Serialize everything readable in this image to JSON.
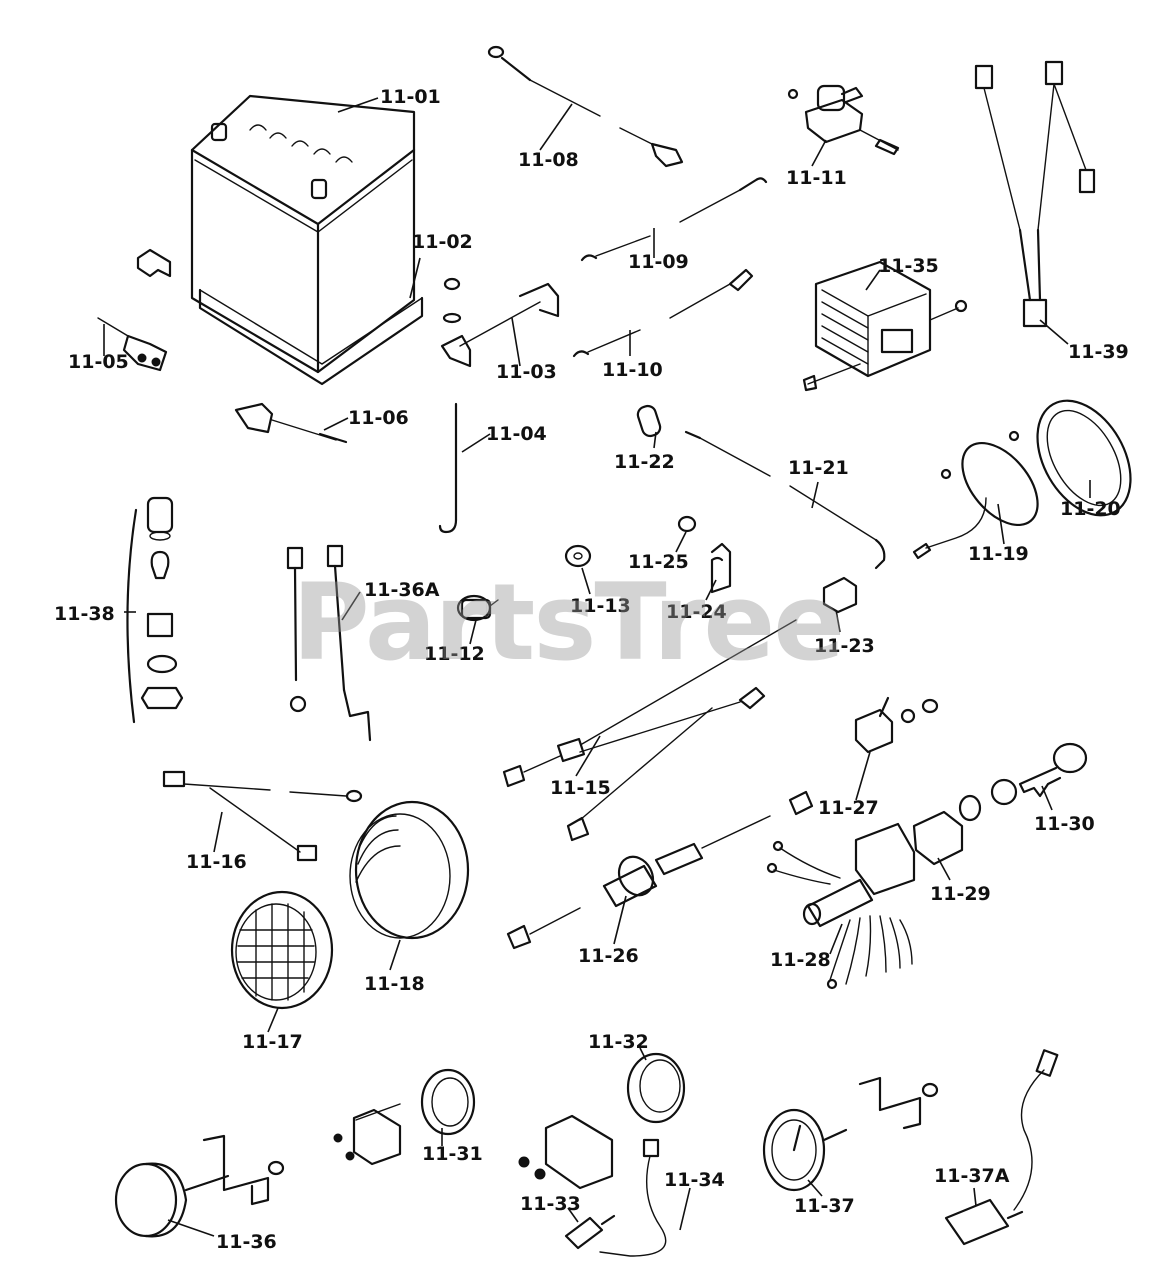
{
  "watermark": "PartsTree",
  "callouts": [
    "11-01",
    "11-02",
    "11-03",
    "11-04",
    "11-05",
    "11-06",
    "11-08",
    "11-09",
    "11-10",
    "11-11",
    "11-12",
    "11-13",
    "11-15",
    "11-16",
    "11-17",
    "11-18",
    "11-19",
    "11-20",
    "11-21",
    "11-22",
    "11-23",
    "11-24",
    "11-25",
    "11-26",
    "11-27",
    "11-28",
    "11-29",
    "11-30",
    "11-31",
    "11-32",
    "11-33",
    "11-34",
    "11-35",
    "11-36",
    "11-36A",
    "11-37",
    "11-37A",
    "11-38",
    "11-39"
  ]
}
